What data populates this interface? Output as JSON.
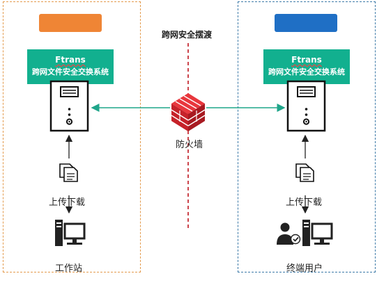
{
  "title": "跨网安全摆渡",
  "left_zone": {
    "system_name_line1": "Ftrans",
    "system_name_line2": "跨网文件安全交换系统",
    "transfer_label": "上传下载",
    "endpoint_label": "工作站"
  },
  "right_zone": {
    "system_name_line1": "Ftrans",
    "system_name_line2": "跨网文件安全交换系统",
    "transfer_label": "上传下载",
    "endpoint_label": "终端用户"
  },
  "firewall_label": "防火墙",
  "colors": {
    "left_zone_accent": "#ef8535",
    "right_zone_accent": "#1f6fc5",
    "system_box": "#12b08f",
    "connection": "#1fa58a",
    "network_divider": "#c0171f",
    "firewall": "#d9282f"
  },
  "icons": [
    "server-icon",
    "document-icon",
    "firewall-icon",
    "workstation-icon",
    "end-user-icon"
  ]
}
